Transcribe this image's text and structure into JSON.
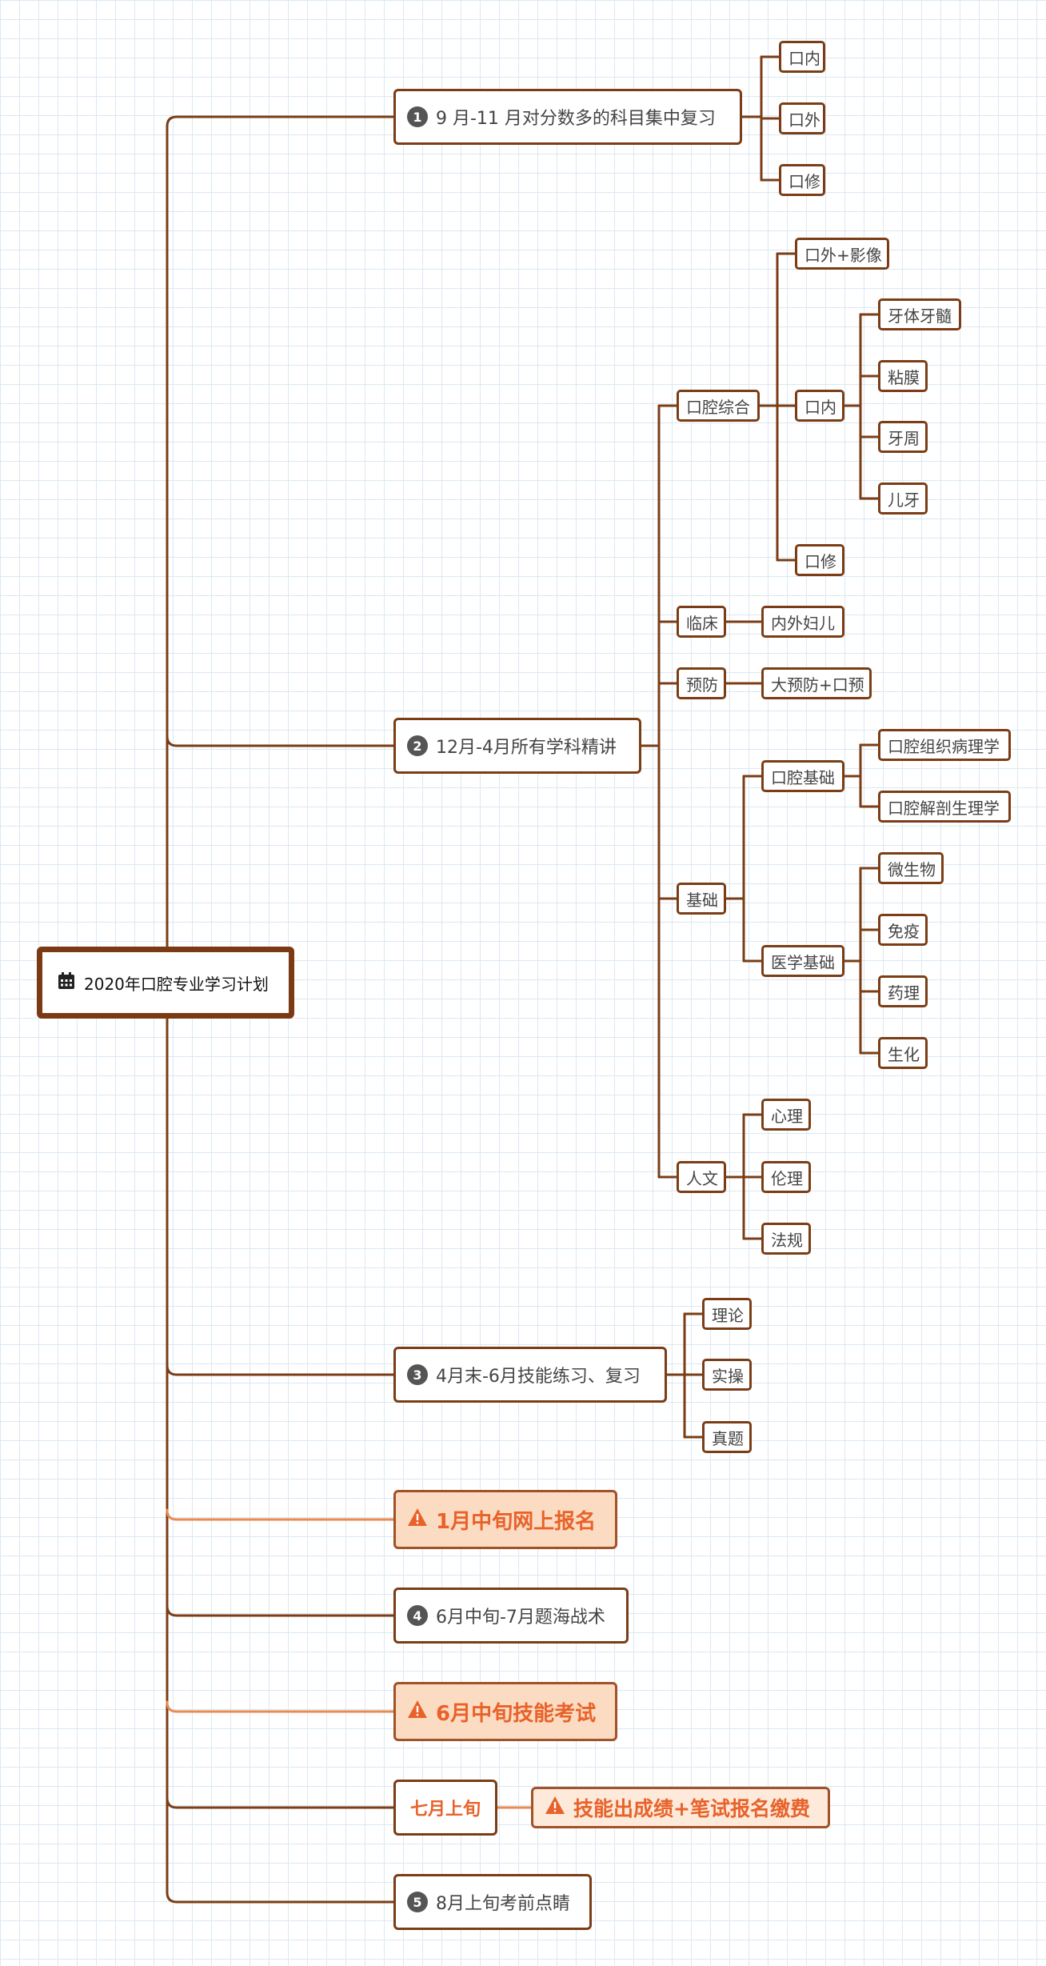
{
  "root": {
    "label": "2020年口腔专业学习计划",
    "icon": "calendar-icon"
  },
  "branch1": {
    "num": "1",
    "label": "9 月-11 月对分数多的科目集中复习",
    "children": [
      "口内",
      "口外",
      "口修"
    ]
  },
  "branch2": {
    "num": "2",
    "label": "12月-4月所有学科精讲",
    "kouqiang": {
      "label": "口腔综合",
      "waiying": "口外+影像",
      "kounei": "口内",
      "kounei_children": [
        "牙体牙髓",
        "粘膜",
        "牙周",
        "儿牙"
      ],
      "kouxiu": "口修"
    },
    "linchuang": {
      "label": "临床",
      "child": "内外妇儿"
    },
    "yufang": {
      "label": "预防",
      "child": "大预防+口预"
    },
    "jichu": {
      "label": "基础",
      "kqjc": {
        "label": "口腔基础",
        "children": [
          "口腔组织病理学",
          "口腔解剖生理学"
        ]
      },
      "yxjc": {
        "label": "医学基础",
        "children": [
          "微生物",
          "免疫",
          "药理",
          "生化"
        ]
      }
    },
    "renwen": {
      "label": "人文",
      "children": [
        "心理",
        "伦理",
        "法规"
      ]
    }
  },
  "branch3": {
    "num": "3",
    "label": "4月末-6月技能练习、复习",
    "children": [
      "理论",
      "实操",
      "真题"
    ]
  },
  "warn1": {
    "label": "1月中旬网上报名",
    "icon": "warning-icon"
  },
  "branch4": {
    "num": "4",
    "label": "6月中旬-7月题海战术"
  },
  "warn2": {
    "label": "6月中旬技能考试",
    "icon": "warning-icon"
  },
  "july": {
    "label": "七月上旬",
    "child": "技能出成绩+笔试报名缴费",
    "icon": "warning-icon"
  },
  "branch5": {
    "num": "5",
    "label": "8月上旬考前点睛"
  },
  "colors": {
    "line": "#7a3d16",
    "accent_line": "#e98a52",
    "warn_text": "#e8622a",
    "warn_fill": "#fbdcc2",
    "number_badge": "#555555"
  }
}
